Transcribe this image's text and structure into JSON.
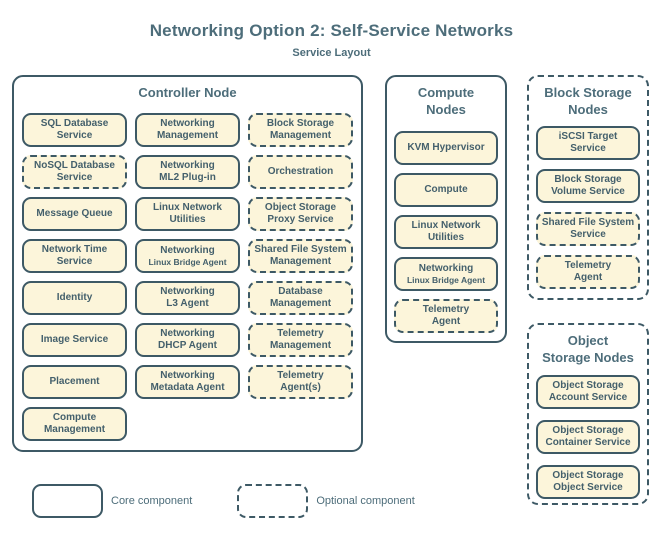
{
  "page": {
    "title": "Networking Option 2: Self-Service Networks",
    "subtitle": "Service Layout"
  },
  "colors": {
    "background": "#ffffff",
    "border": "#3d5965",
    "box_fill": "#fcf5da",
    "box_text": "#44606c",
    "heading_text": "#4d6d7a"
  },
  "containers": [
    {
      "name": "controller-node",
      "title_lines": [
        "Controller Node"
      ],
      "border_style": "solid",
      "layout": "grid3",
      "boxes": [
        {
          "lines": [
            "SQL Database",
            "Service"
          ],
          "type": "core"
        },
        {
          "lines": [
            "Networking",
            "Management"
          ],
          "type": "core"
        },
        {
          "lines": [
            "Block Storage",
            "Management"
          ],
          "type": "optional"
        },
        {
          "lines": [
            "NoSQL Database",
            "Service"
          ],
          "type": "optional"
        },
        {
          "lines": [
            "Networking",
            "ML2 Plug-in"
          ],
          "type": "core"
        },
        {
          "lines": [
            "Orchestration"
          ],
          "type": "optional"
        },
        {
          "lines": [
            "Message Queue"
          ],
          "type": "core"
        },
        {
          "lines": [
            "Linux Network",
            "Utilities"
          ],
          "type": "core"
        },
        {
          "lines": [
            "Object Storage",
            "Proxy Service"
          ],
          "type": "optional"
        },
        {
          "lines": [
            "Network Time",
            "Service"
          ],
          "type": "core"
        },
        {
          "lines": [
            "Networking",
            "Linux Bridge Agent"
          ],
          "type": "core",
          "small_line2": true
        },
        {
          "lines": [
            "Shared File System",
            "Management"
          ],
          "type": "optional"
        },
        {
          "lines": [
            "Identity"
          ],
          "type": "core"
        },
        {
          "lines": [
            "Networking",
            "L3 Agent"
          ],
          "type": "core"
        },
        {
          "lines": [
            "Database",
            "Management"
          ],
          "type": "optional"
        },
        {
          "lines": [
            "Image Service"
          ],
          "type": "core"
        },
        {
          "lines": [
            "Networking",
            "DHCP Agent"
          ],
          "type": "core"
        },
        {
          "lines": [
            "Telemetry",
            "Management"
          ],
          "type": "optional"
        },
        {
          "lines": [
            "Placement"
          ],
          "type": "core"
        },
        {
          "lines": [
            "Networking",
            "Metadata Agent"
          ],
          "type": "core"
        },
        {
          "lines": [
            "Telemetry",
            "Agent(s)"
          ],
          "type": "optional"
        },
        {
          "lines": [
            "Compute",
            "Management"
          ],
          "type": "core"
        }
      ]
    },
    {
      "name": "compute-nodes",
      "title_lines": [
        "Compute",
        "Nodes"
      ],
      "border_style": "solid",
      "layout": "column",
      "boxes": [
        {
          "lines": [
            "KVM Hypervisor"
          ],
          "type": "core"
        },
        {
          "lines": [
            "Compute"
          ],
          "type": "core"
        },
        {
          "lines": [
            "Linux Network",
            "Utilities"
          ],
          "type": "core"
        },
        {
          "lines": [
            "Networking",
            "Linux Bridge Agent"
          ],
          "type": "core",
          "small_line2": true
        },
        {
          "lines": [
            "Telemetry",
            "Agent"
          ],
          "type": "optional"
        }
      ]
    },
    {
      "name": "block-storage-nodes",
      "title_lines": [
        "Block Storage",
        "Nodes"
      ],
      "border_style": "dashed",
      "layout": "column",
      "boxes": [
        {
          "lines": [
            "iSCSI Target",
            "Service"
          ],
          "type": "core"
        },
        {
          "lines": [
            "Block Storage",
            "Volume Service"
          ],
          "type": "core"
        },
        {
          "lines": [
            "Shared File System",
            "Service"
          ],
          "type": "optional"
        },
        {
          "lines": [
            "Telemetry",
            "Agent"
          ],
          "type": "optional"
        }
      ]
    },
    {
      "name": "object-storage-nodes",
      "title_lines": [
        "Object",
        "Storage Nodes"
      ],
      "border_style": "dashed",
      "layout": "column",
      "boxes": [
        {
          "lines": [
            "Object Storage",
            "Account Service"
          ],
          "type": "core"
        },
        {
          "lines": [
            "Object Storage",
            "Container Service"
          ],
          "type": "core"
        },
        {
          "lines": [
            "Object Storage",
            "Object Service"
          ],
          "type": "core"
        }
      ]
    }
  ],
  "legend": {
    "core_label": "Core component",
    "optional_label": "Optional component"
  }
}
